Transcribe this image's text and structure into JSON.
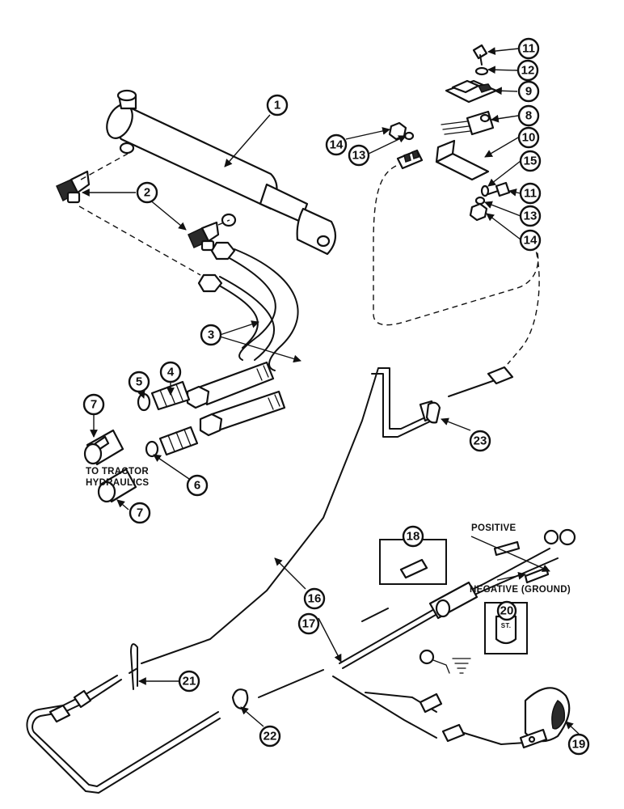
{
  "labels": {
    "tractor_line1": "TO TRACTOR",
    "tractor_line2": "HYDRAULICS",
    "positive": "POSITIVE",
    "negative": "NEGATIVE (GROUND)",
    "bulb_mark": "ST."
  },
  "callouts": {
    "c1": "1",
    "c2": "2",
    "c3": "3",
    "c4": "4",
    "c5": "5",
    "c6": "6",
    "c7a": "7",
    "c7b": "7",
    "c8": "8",
    "c9": "9",
    "c10": "10",
    "c11a": "11",
    "c11b": "11",
    "c12": "12",
    "c13a": "13",
    "c13b": "13",
    "c14a": "14",
    "c14b": "14",
    "c15": "15",
    "c16": "16",
    "c17": "17",
    "c18": "18",
    "c19": "19",
    "c20": "20",
    "c21": "21",
    "c22": "22",
    "c23": "23"
  },
  "colors": {
    "ink": "#111111",
    "paper": "#ffffff"
  }
}
